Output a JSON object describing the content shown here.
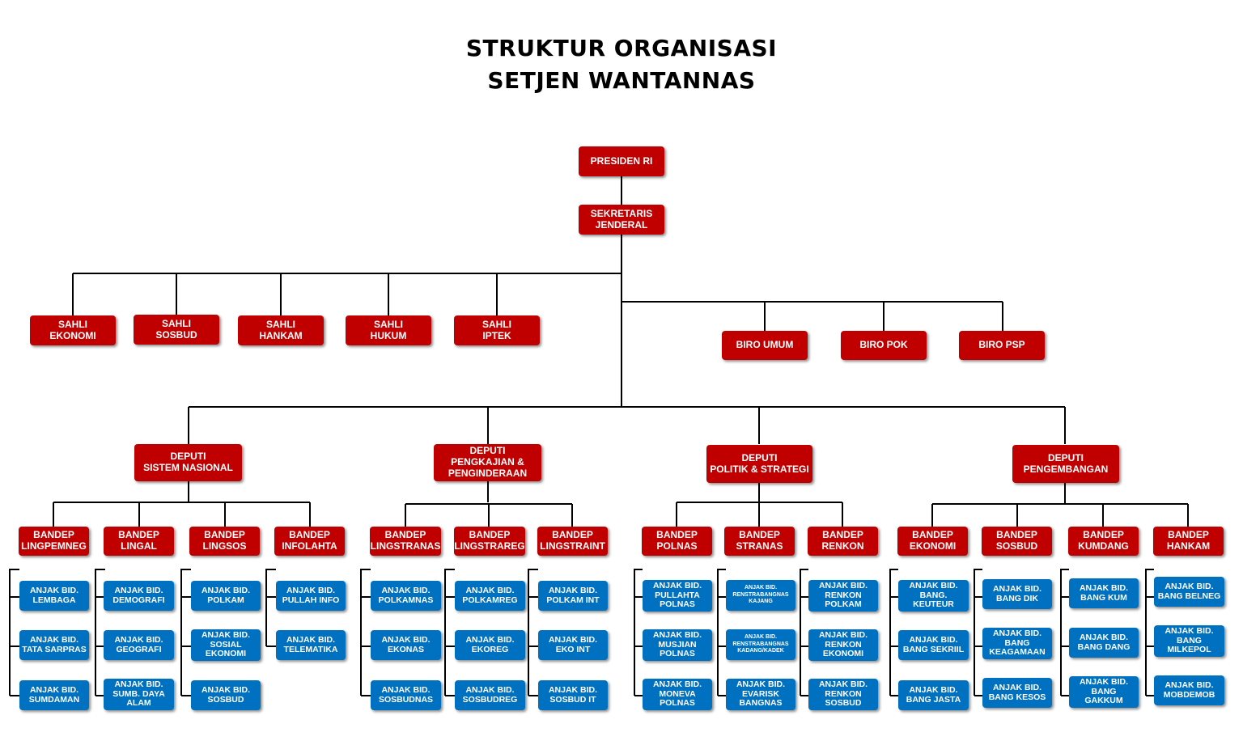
{
  "title": {
    "line1": "STRUKTUR ORGANISASI",
    "line2": "SETJEN WANTANNAS"
  },
  "colors": {
    "red_box": "#c00000",
    "blue_box": "#0070c0",
    "line": "#000000"
  },
  "top": {
    "presiden": "PRESIDEN RI",
    "sekjen": "SEKRETARIS\nJENDERAL"
  },
  "sahli": [
    "SAHLI\nEKONOMI",
    "SAHLI\nSOSBUD",
    "SAHLI\nHANKAM",
    "SAHLI\nHUKUM",
    "SAHLI\nIPTEK"
  ],
  "biro": [
    "BIRO UMUM",
    "BIRO  POK",
    "BIRO PSP"
  ],
  "deputi": [
    {
      "label": "DEPUTI\nSISTEM NASIONAL",
      "bandep": [
        {
          "label": "BANDEP\nLINGPEMNEG",
          "anjak": [
            "ANJAK BID.\nLEMBAGA",
            "ANJAK BID.\nTATA SARPRAS",
            "ANJAK BID.\nSUMDAMAN"
          ]
        },
        {
          "label": "BANDEP\nLINGAL",
          "anjak": [
            "ANJAK BID.\nDEMOGRAFI",
            "ANJAK BID.\nGEOGRAFI",
            "ANJAK BID.\nSUMB. DAYA\nALAM"
          ]
        },
        {
          "label": "BANDEP\nLINGSOS",
          "anjak": [
            "ANJAK BID.\nPOLKAM",
            "ANJAK BID.\nSOSIAL\nEKONOMI",
            "ANJAK BID.\nSOSBUD"
          ]
        },
        {
          "label": "BANDEP\nINFOLAHTA",
          "anjak": [
            "ANJAK BID.\nPULLAH INFO",
            "ANJAK BID.\nTELEMATIKA"
          ]
        }
      ]
    },
    {
      "label": "DEPUTI\nPENGKAJIAN &\nPENGINDERAAN",
      "bandep": [
        {
          "label": "BANDEP\nLINGSTRANAS",
          "anjak": [
            "ANJAK BID.\nPOLKAMNAS",
            "ANJAK BID.\nEKONAS",
            "ANJAK BID.\nSOSBUDNAS"
          ]
        },
        {
          "label": "BANDEP\nLINGSTRAREG",
          "anjak": [
            "ANJAK BID.\nPOLKAMREG",
            "ANJAK BID.\nEKOREG",
            "ANJAK BID.\nSOSBUDREG"
          ]
        },
        {
          "label": "BANDEP\nLINGSTRAINT",
          "anjak": [
            "ANJAK BID.\nPOLKAM INT",
            "ANJAK BID.\nEKO INT",
            "ANJAK BID.\nSOSBUD IT"
          ]
        }
      ]
    },
    {
      "label": "DEPUTI\nPOLITIK & STRATEGI",
      "bandep": [
        {
          "label": "BANDEP\nPOLNAS",
          "anjak": [
            "ANJAK BID.\nPULLAHTA\nPOLNAS",
            "ANJAK BID.\nMUSJIAN\nPOLNAS",
            "ANJAK BID.\nMONEVA\nPOLNAS"
          ]
        },
        {
          "label": "BANDEP\nSTRANAS",
          "anjak": [
            "ANJAK BID.\nRENSTRABANGNAS\nKAJANG",
            "ANJAK BID.\nRENSTRABANGNAS\nKADANG/KADEK",
            "ANJAK BID.\nEVARISK\nBANGNAS"
          ]
        },
        {
          "label": "BANDEP\nRENKON",
          "anjak": [
            "ANJAK BID.\nRENKON\nPOLKAM",
            "ANJAK BID.\nRENKON\nEKONOMI",
            "ANJAK BID.\nRENKON\nSOSBUD"
          ]
        }
      ]
    },
    {
      "label": "DEPUTI\nPENGEMBANGAN",
      "bandep": [
        {
          "label": "BANDEP\nEKONOMI",
          "anjak": [
            "ANJAK BID.\nBANG.\nKEUTEUR",
            "ANJAK BID.\nBANG SEKRIIL",
            "ANJAK BID.\nBANG JASTA"
          ]
        },
        {
          "label": "BANDEP\nSOSBUD",
          "anjak": [
            "ANJAK BID.\nBANG DIK",
            "ANJAK BID.\nBANG\nKEAGAMAAN",
            "ANJAK BID.\nBANG KESOS"
          ]
        },
        {
          "label": "BANDEP\nKUMDANG",
          "anjak": [
            "ANJAK BID.\nBANG KUM",
            "ANJAK BID.\nBANG DANG",
            "ANJAK BID.\nBANG\nGAKKUM"
          ]
        },
        {
          "label": "BANDEP\nHANKAM",
          "anjak": [
            "ANJAK BID.\nBANG BELNEG",
            "ANJAK BID.\nBANG\nMILKEPOL",
            "ANJAK BID.\nMOBDEMOB"
          ]
        }
      ]
    }
  ]
}
